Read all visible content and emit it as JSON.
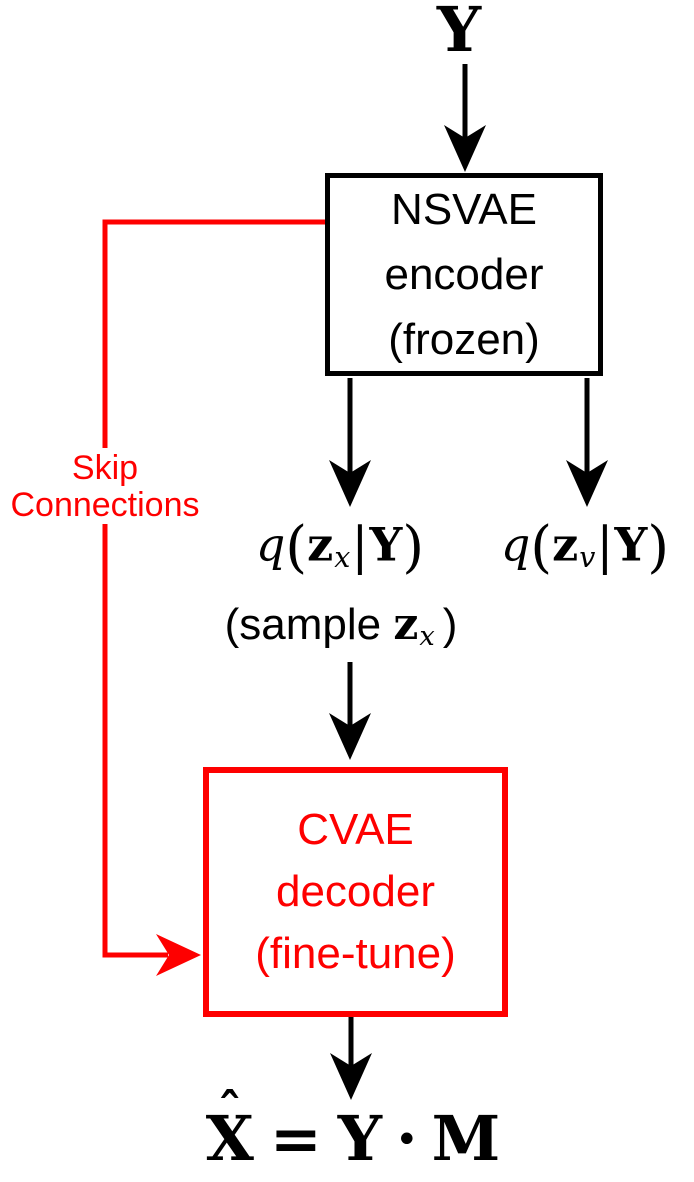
{
  "colors": {
    "accent_red": "#fe0000",
    "ink_black": "#000000",
    "background": "#ffffff"
  },
  "diagram": {
    "input_label": "Y",
    "encoder_box": {
      "lines": [
        "NSVAE",
        "encoder",
        "(frozen)"
      ]
    },
    "skip_label": {
      "lines": [
        "Skip",
        "Connections"
      ]
    },
    "posterior_left": {
      "func": "q",
      "open": "(",
      "var": "z",
      "sub": "x",
      "bar": "|",
      "cond": "Y",
      "close": ")"
    },
    "posterior_right": {
      "func": "q",
      "open": "(",
      "var": "z",
      "sub": "v",
      "bar": "|",
      "cond": "Y",
      "close": ")"
    },
    "sample_note": {
      "open_text": "(sample",
      "var": "z",
      "sub": "x",
      "close": ")"
    },
    "decoder_box": {
      "lines": [
        "CVAE",
        "decoder",
        "(fine-tune)"
      ]
    },
    "output_formula": {
      "hat": "ˆ",
      "lhs": "X",
      "equals": "=",
      "factor_a": "Y",
      "dot": "·",
      "factor_b": "M"
    }
  }
}
